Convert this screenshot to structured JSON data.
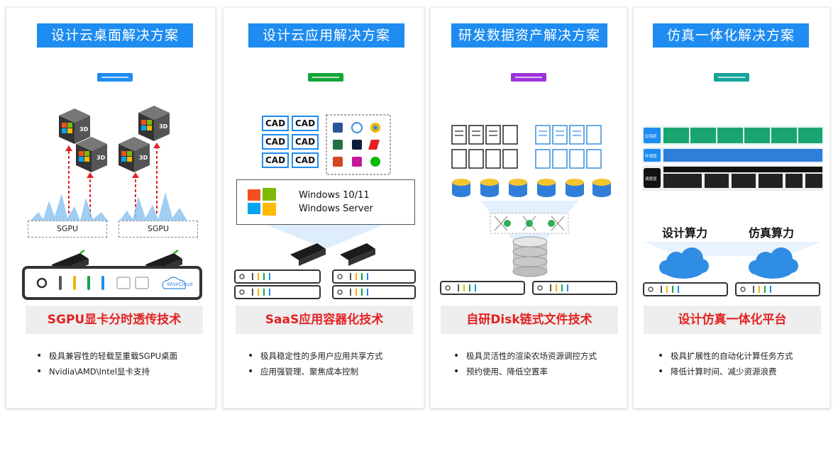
{
  "colors": {
    "title_bg": "#1e8cf0",
    "subtitle_text": "#e32222",
    "subtitle_bg": "#eeeeee"
  },
  "cards": [
    {
      "title": "设计云桌面解决方案",
      "indicator_color": "#1e8cf0",
      "subtitle": "SGPU显卡分时透传技术",
      "bullets": [
        "极具兼容性的轻载至重载SGPU桌面",
        "Nvidia\\AMD\\Intel显卡支持"
      ],
      "sgpu_labels": [
        "SGPU",
        "SGPU"
      ],
      "cube_label": "3D",
      "server_brand": "WiseCloud"
    },
    {
      "title": "设计云应用解决方案",
      "indicator_color": "#13a538",
      "subtitle": "SaaS应用容器化技术",
      "bullets": [
        "极具稳定性的多用户应用共享方式",
        "应用强管理、聚焦成本控制"
      ],
      "cad_label": "CAD",
      "os_lines": [
        "Windows 10/11",
        "Windows Server"
      ]
    },
    {
      "title": "研发数据资产解决方案",
      "indicator_color": "#9b32d8",
      "subtitle": "自研Disk链式文件技术",
      "bullets": [
        "极具灵活性的渲染农场资源调控方式",
        "预约使用、降低空置率"
      ]
    },
    {
      "title": "仿真一体化解决方案",
      "indicator_color": "#14a59a",
      "subtitle": "设计仿真一体化平台",
      "bullets": [
        "极具扩展性的自动化计算任务方式",
        "降低计算时间、减少资源浪费"
      ],
      "compute_labels": [
        "设计算力",
        "仿真算力"
      ],
      "row_labels": [
        "应用层",
        "环境层",
        "调度层"
      ]
    }
  ]
}
